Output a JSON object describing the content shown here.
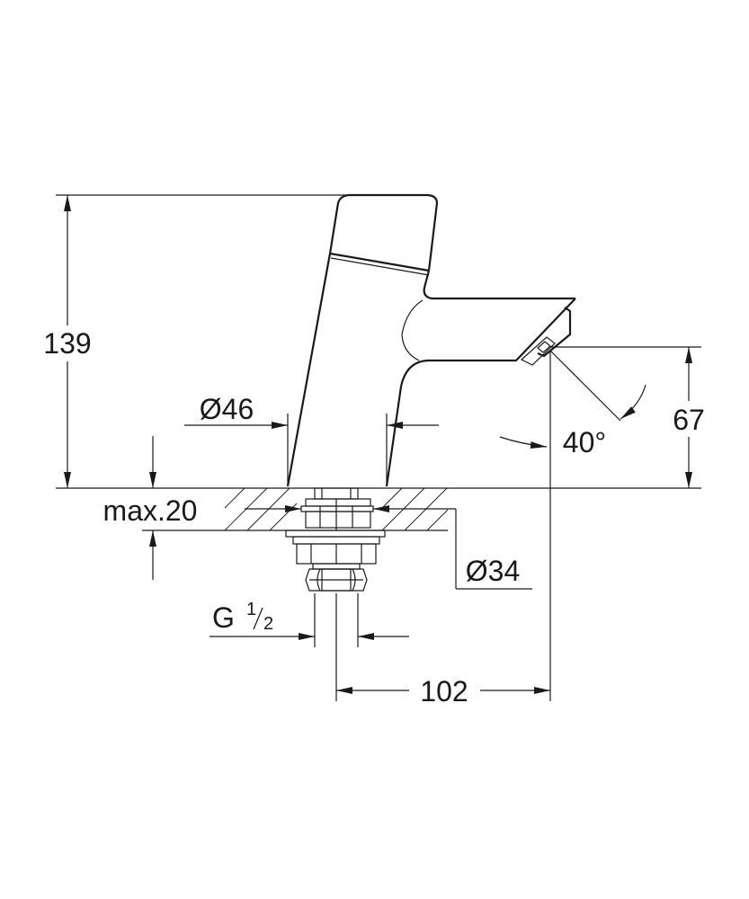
{
  "dimensions": {
    "height_total": "139",
    "outlet_height": "67",
    "base_diameter": "Ø46",
    "hole_diameter": "Ø34",
    "spray_angle": "40°",
    "mounting_thickness": "max.20",
    "thread_prefix": "G",
    "thread_numerator": "1",
    "thread_denominator": "2",
    "projection": "102"
  }
}
